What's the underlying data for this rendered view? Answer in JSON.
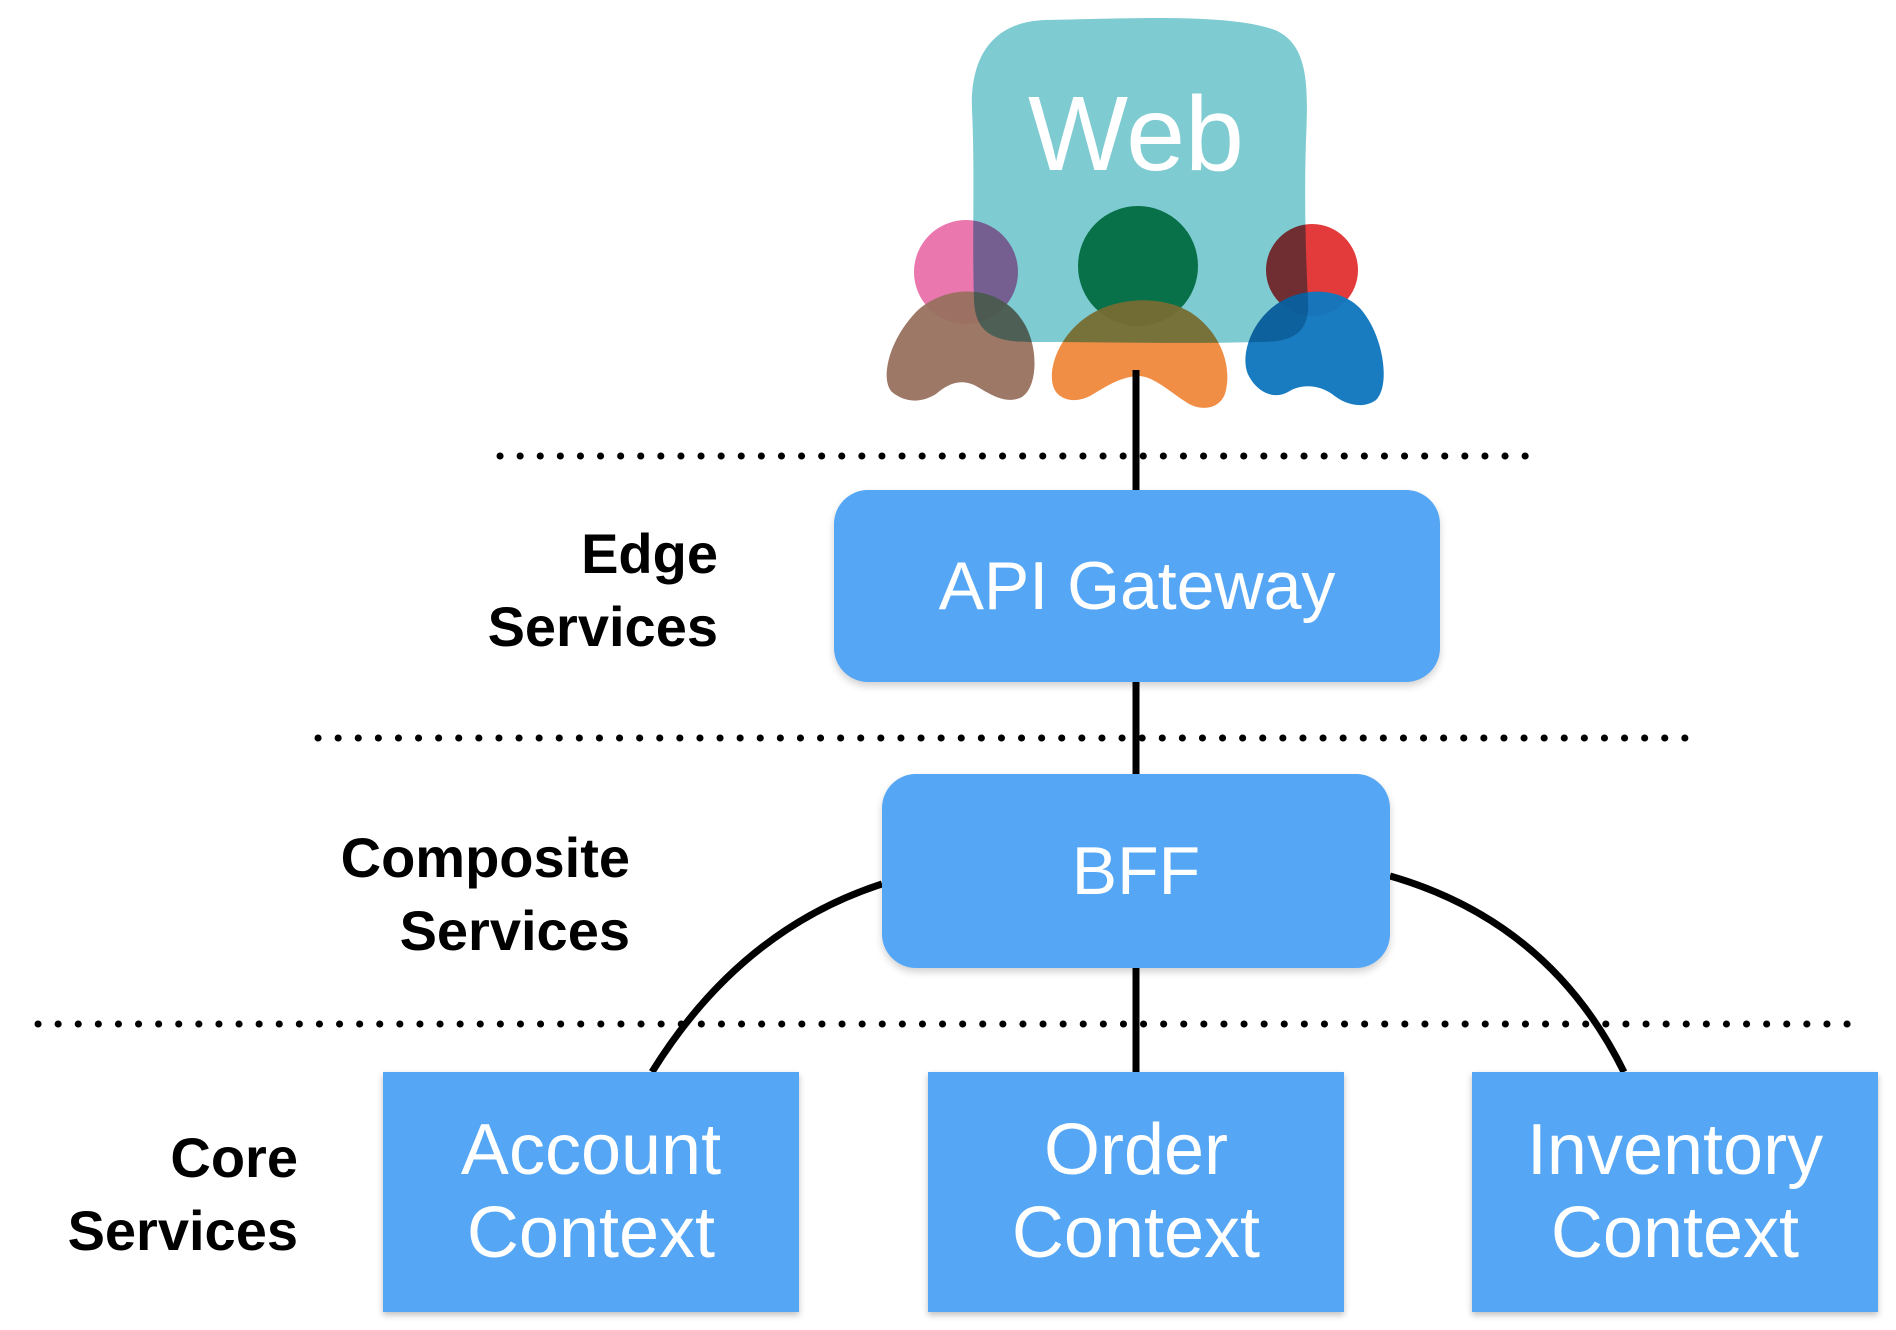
{
  "client": {
    "label": "Web"
  },
  "tiers": [
    {
      "line1": "Edge",
      "line2": "Services"
    },
    {
      "line1": "Composite",
      "line2": "Services"
    },
    {
      "line1": "Core",
      "line2": "Services"
    }
  ],
  "edge": {
    "label": "API Gateway"
  },
  "composite": {
    "label": "BFF"
  },
  "core": [
    {
      "line1": "Account",
      "line2": "Context"
    },
    {
      "line1": "Order",
      "line2": "Context"
    },
    {
      "line1": "Inventory",
      "line2": "Context"
    }
  ],
  "colors": {
    "box": "#55a7f5",
    "web": "#7ecbd2",
    "person_pink": "#e96ba8",
    "person_brown": "#98715f",
    "person_green": "#128e58",
    "person_orange": "#f0883c",
    "person_red": "#e33a3c",
    "person_blue": "#1277be",
    "connector": "#000000"
  }
}
